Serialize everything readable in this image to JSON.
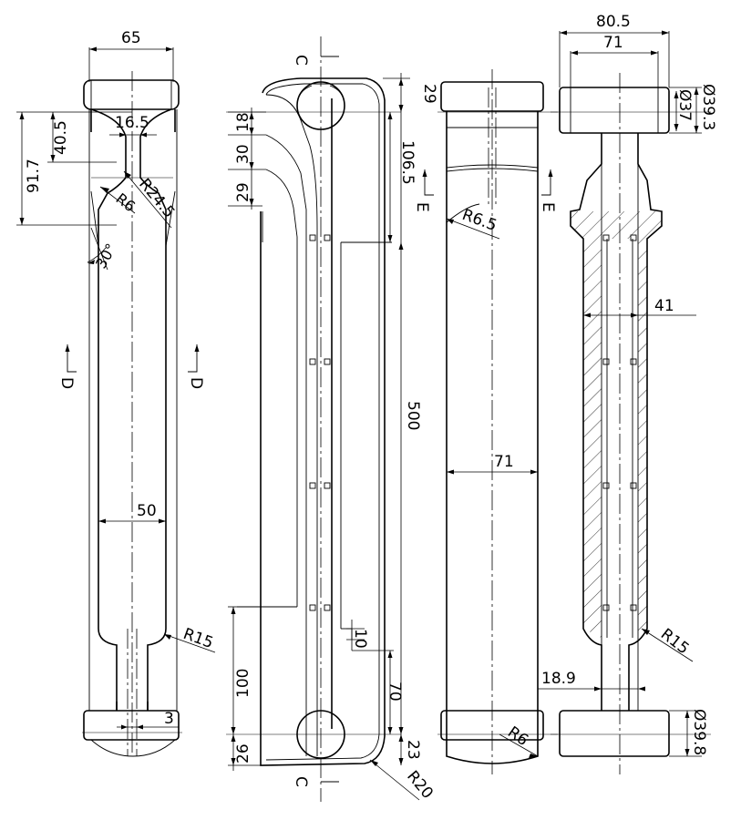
{
  "drawing": {
    "colors": {
      "line": "#000000",
      "background": "#ffffff"
    },
    "dimensions": {
      "w65": "65",
      "d16_5": "16.5",
      "d40_5": "40.5",
      "d91_7": "91.7",
      "r24_5": "R24.5",
      "r6_front": "R6",
      "a30": "30°",
      "w50": "50",
      "r15_left": "R15",
      "d3": "3",
      "d18": "18",
      "d30": "30",
      "d29_left": "29",
      "d29_top": "29",
      "d106_5": "106.5",
      "d500": "500",
      "d100": "100",
      "d10": "10",
      "d70": "70",
      "d26": "26",
      "d23": "23",
      "r20": "R20",
      "r6_5": "R6.5",
      "w71_mid": "71",
      "r6_mid": "R6",
      "w80_5": "80.5",
      "w71_top": "71",
      "dia39_3": "Ø39.3",
      "dia37": "Ø37",
      "d41": "41",
      "r15_right": "R15",
      "d18_9": "18.9",
      "dia39_8": "Ø39.8"
    },
    "section_marks": {
      "c_top": "C",
      "c_bottom": "C",
      "d_left": "D",
      "d_right": "D",
      "e_left": "E",
      "e_right": "E"
    }
  }
}
